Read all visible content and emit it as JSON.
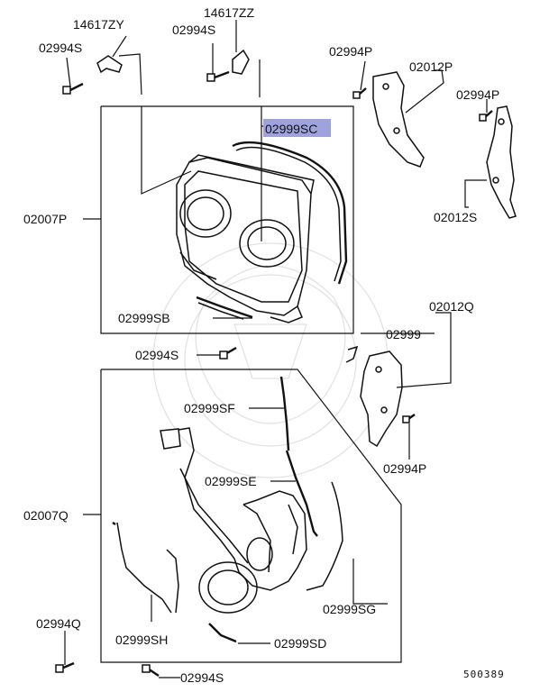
{
  "labels": {
    "p14617ZY": "14617ZY",
    "p14617ZZ": "14617ZZ",
    "p02994S_a": "02994S",
    "p02994S_b": "02994S",
    "p02994P_a": "02994P",
    "p02012P": "02012P",
    "p02994P_b": "02994P",
    "p02999SC": "02999SC",
    "p02007P": "02007P",
    "p02012S": "02012S",
    "p02999SB": "02999SB",
    "p02012Q": "02012Q",
    "p02999": "02999",
    "p02994S_c": "02994S",
    "p02999SF": "02999SF",
    "p02994P_c": "02994P",
    "p02999SE": "02999SE",
    "p02007Q": "02007Q",
    "p02999SG": "02999SG",
    "p02994Q": "02994Q",
    "p02999SH": "02999SH",
    "p02999SD": "02999SD",
    "p02994S_d": "02994S"
  },
  "diagram_code": "500389",
  "colors": {
    "highlight": "#9fa3dd",
    "ink": "#111111"
  }
}
